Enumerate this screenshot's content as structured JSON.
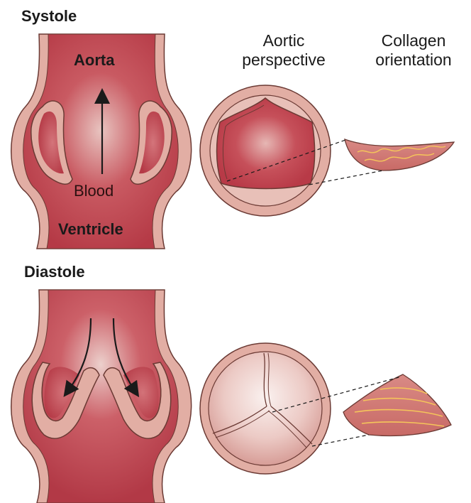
{
  "systole": {
    "title": "Systole",
    "aorta_label": "Aorta",
    "blood_label": "Blood",
    "ventricle_label": "Ventricle"
  },
  "diastole": {
    "title": "Diastole"
  },
  "headers": {
    "aortic_perspective_line1": "Aortic",
    "aortic_perspective_line2": "perspective",
    "collagen_orientation_line1": "Collagen",
    "collagen_orientation_line2": "orientation"
  },
  "colors": {
    "vessel_lumen": "#c0454f",
    "vessel_wall": "#e2aea4",
    "outline": "#6b3a34",
    "collagen_fiber": "#f5c55a"
  }
}
